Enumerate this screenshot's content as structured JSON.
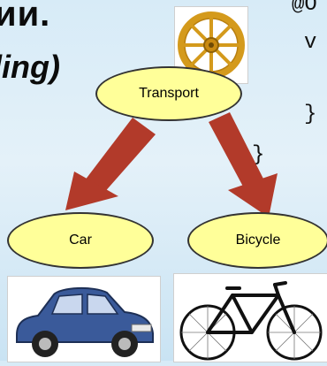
{
  "background_text": {
    "heading_fragment": "ии.",
    "subheading_fragment": "ling)"
  },
  "code_fragment": {
    "line1": "@O",
    "line2": "v",
    "line3": "}",
    "line4": "}"
  },
  "diagram": {
    "nodes": {
      "parent": "Transport",
      "child_left": "Car",
      "child_right": "Bicycle"
    },
    "colors": {
      "node_fill": "#ffff99",
      "node_border": "#333333",
      "arrow_fill": "#b23a2a"
    }
  },
  "images": {
    "top": "wagon-wheel-icon",
    "left": "car-photo",
    "right": "bicycle-photo"
  }
}
